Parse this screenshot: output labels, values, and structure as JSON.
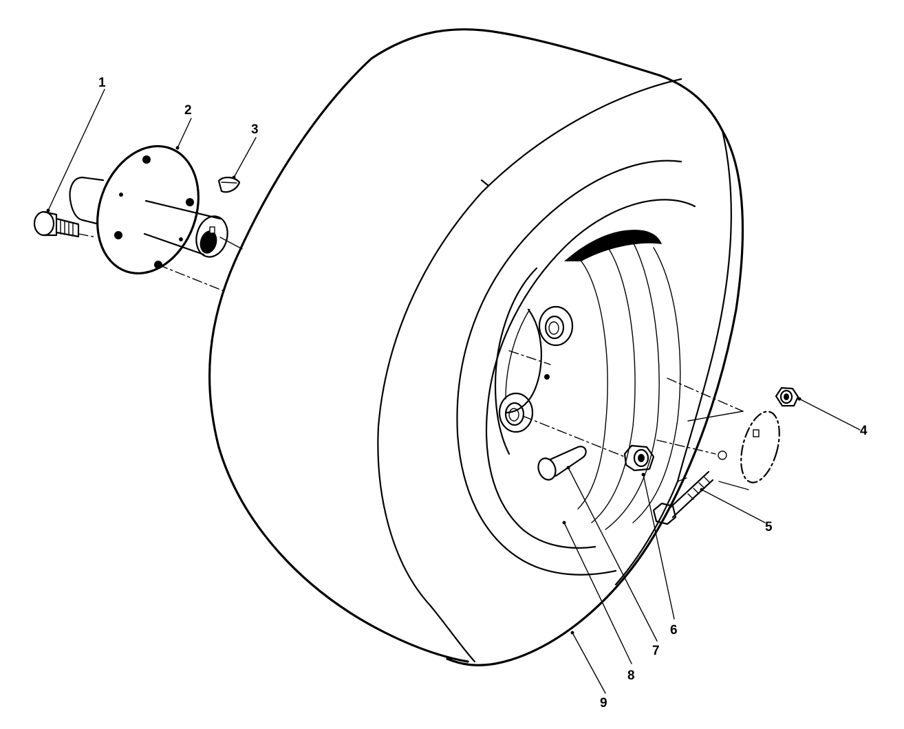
{
  "diagram": {
    "type": "exploded-parts-view",
    "callouts": [
      {
        "id": "1",
        "label": "1"
      },
      {
        "id": "2",
        "label": "2"
      },
      {
        "id": "3",
        "label": "3"
      },
      {
        "id": "4",
        "label": "4"
      },
      {
        "id": "5",
        "label": "5"
      },
      {
        "id": "6",
        "label": "6"
      },
      {
        "id": "7",
        "label": "7"
      },
      {
        "id": "8",
        "label": "8"
      },
      {
        "id": "9",
        "label": "9"
      }
    ],
    "ink_color": "#000000",
    "background_color": "#ffffff"
  }
}
